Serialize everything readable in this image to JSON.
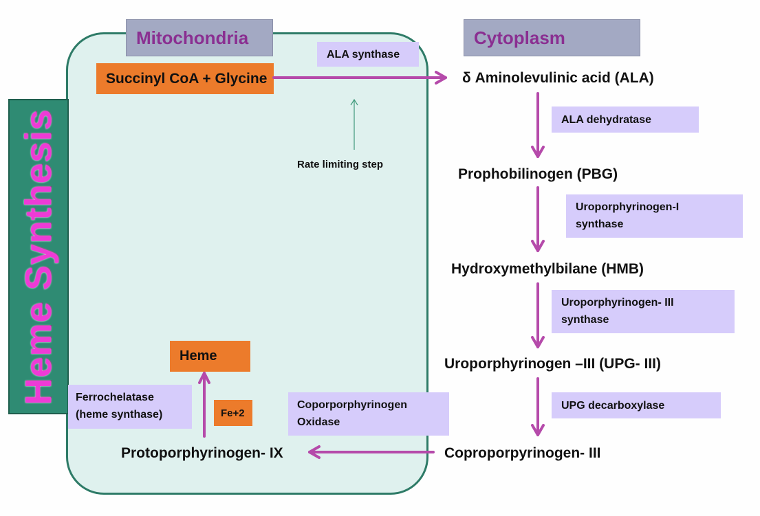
{
  "title": "Heme Synthesis",
  "compartments": {
    "mitochondria": "Mitochondria",
    "cytoplasm": "Cytoplasm"
  },
  "substrates": "Succinyl CoA + Glycine",
  "rate_limiting_note": "Rate limiting step",
  "product": "Heme",
  "cofactor": "Fe+2",
  "metabolites": {
    "ala": "δ Aminolevulinic acid (ALA)",
    "pbg": "Prophobilinogen (PBG)",
    "hmb": "Hydroxymethylbilane (HMB)",
    "upg3": "Uroporphyrinogen –III (UPG- III)",
    "copro3": "Coproporpyrinogen- III",
    "proto9": "Protoporphyrinogen- IX"
  },
  "enzymes": {
    "ala_synthase": "ALA synthase",
    "ala_dehydratase": "ALA dehydratase",
    "uro1_synthase": [
      "Uroporphyrinogen-I",
      "synthase"
    ],
    "uro3_synthase": [
      "Uroporphyrinogen- III",
      "synthase"
    ],
    "upg_decarboxylase": "UPG decarboxylase",
    "copro_oxidase": [
      "Coporporphyrinogen",
      "Oxidase"
    ],
    "ferrochelatase": [
      "Ferrochelatase",
      "(heme synthase)"
    ]
  },
  "colors": {
    "arrow": "#b54aaa",
    "mito_fill": "#dff1ee",
    "mito_border": "#2e7b67",
    "header": "#a3a9c3",
    "header_text": "#8a2f91",
    "orange": "#ec7b2b",
    "enzyme": "#d6ccfb",
    "side_bar": "#2f8b73",
    "side_text": "#ee3bd6",
    "thin_arrow": "#3f9a7b"
  }
}
